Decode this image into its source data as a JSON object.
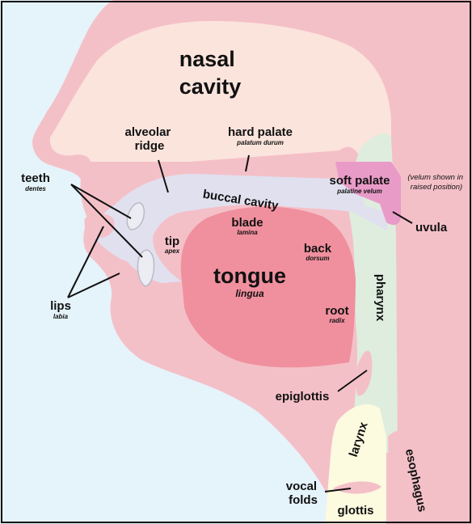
{
  "diagram": {
    "colors": {
      "air": "#e5f3fa",
      "flesh": "#f4c0c8",
      "nasal_cavity": "#fbe4dc",
      "tongue": "#f0909e",
      "buccal_cavity": "#e1e0ef",
      "pharynx": "#deedde",
      "soft_palate": "#e99bc8",
      "larynx": "#fcfadf",
      "tooth": "#ecedf3"
    },
    "labels": {
      "nasal_cavity_line1": "nasal",
      "nasal_cavity_line2": "cavity",
      "alveolar_line1": "alveolar",
      "alveolar_line2": "ridge",
      "hard_palate": "hard palate",
      "hard_palate_latin": "palatum durum",
      "soft_palate": "soft palate",
      "soft_palate_latin": "palatine velum",
      "velum_note_line1": "(velum shown in",
      "velum_note_line2": "raised position)",
      "teeth": "teeth",
      "teeth_latin": "dentes",
      "buccal_cavity": "buccal cavity",
      "uvula": "uvula",
      "blade": "blade",
      "blade_latin": "lamina",
      "tip": "tip",
      "tip_latin": "apex",
      "back": "back",
      "back_latin": "dorsum",
      "tongue": "tongue",
      "tongue_latin": "lingua",
      "lips": "lips",
      "lips_latin": "labia",
      "root": "root",
      "root_latin": "radix",
      "pharynx": "pharynx",
      "epiglottis": "epiglottis",
      "larynx": "larynx",
      "esophagus": "esophagus",
      "vocal_line1": "vocal",
      "vocal_line2": "folds",
      "glottis": "glottis"
    }
  }
}
